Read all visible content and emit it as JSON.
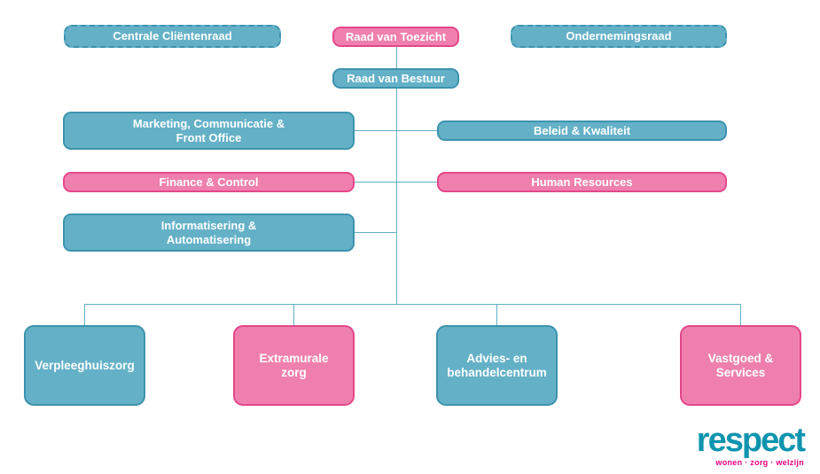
{
  "palette": {
    "teal_fill": "#64b1c7",
    "teal_border": "#3d93ae",
    "pink_fill": "#ef80ae",
    "pink_border": "#e4478a",
    "line": "#5fb0c5",
    "node_text": "#ffffff",
    "logo_teal": "#0e94af",
    "logo_pink": "#e5007d"
  },
  "nodes": {
    "centrale_clientenraad": "Centrale Cliëntenraad",
    "raad_van_toezicht": "Raad van Toezicht",
    "ondernemingsraad": "Ondernemingsraad",
    "raad_van_bestuur": "Raad van Bestuur",
    "marketing_communicatie_front_office": "Marketing, Communicatie &\nFront Office",
    "beleid_kwaliteit": "Beleid & Kwaliteit",
    "finance_control": "Finance & Control",
    "human_resources": "Human Resources",
    "informatisering_automatisering": "Informatisering &\nAutomatisering",
    "verpleeghuiszorg": "Verpleeghuiszorg",
    "extramurale_zorg": "Extramurale\nzorg",
    "advies_behandelcentrum": "Advies- en\nbehandelcentrum",
    "vastgoed_services": "Vastgoed &\nServices"
  },
  "logo": {
    "name": "respect",
    "tagline": "wonen · zorg · welzijn"
  }
}
